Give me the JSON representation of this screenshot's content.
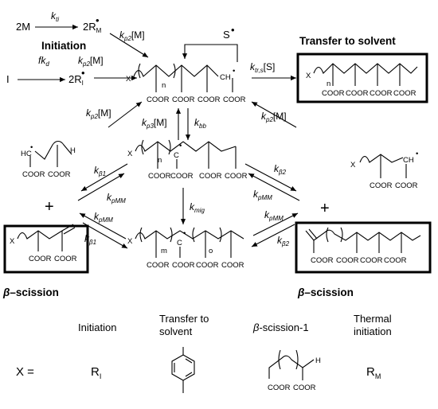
{
  "species": {
    "two_m": "2M",
    "two_rm": "2R",
    "rm_sub": "M",
    "i": "I",
    "two_ri": "2R",
    "ri_sub": "I",
    "s_radical": "S",
    "x": "X",
    "n": "n",
    "m": "m",
    "o": "o",
    "h": "H",
    "hc": "HC",
    "ch": "CH",
    "coor": "COOR",
    "radical_dot": "•",
    "c": "C",
    "plus": "+"
  },
  "rates": {
    "kti": "k",
    "kti_sub": "ti",
    "kp2": "k",
    "kp2_sub": "p2",
    "monomer": "[M]",
    "fkd_f": "fk",
    "fkd_sub": "d",
    "ktrs": "k",
    "ktrs_sub": "tr,s",
    "solvent": "[S]",
    "kp3": "k",
    "kp3_sub": "p3",
    "kbb": "k",
    "kbb_sub": "bb",
    "kb1": "k",
    "kb1_sub": "β1",
    "kb2": "k",
    "kb2_sub": "β2",
    "kpmm": "k",
    "kpmm_sub": "pMM",
    "kmig": "k",
    "kmig_sub": "mig"
  },
  "headings": {
    "initiation": "Initiation",
    "transfer_to_solvent": "Transfer to solvent",
    "beta": "β",
    "scission_suffix": "–scission"
  },
  "legend": {
    "x_equals": "X =",
    "col1_title": "Initiation",
    "col1_value": "R",
    "col1_sub": "I",
    "col2_title_line1": "Transfer to",
    "col2_title_line2": "solvent",
    "col3_beta": "β",
    "col3_title": "-scission-1",
    "col4_title_line1": "Thermal",
    "col4_title_line2": "initiation",
    "col4_value": "R",
    "col4_sub": "M"
  }
}
